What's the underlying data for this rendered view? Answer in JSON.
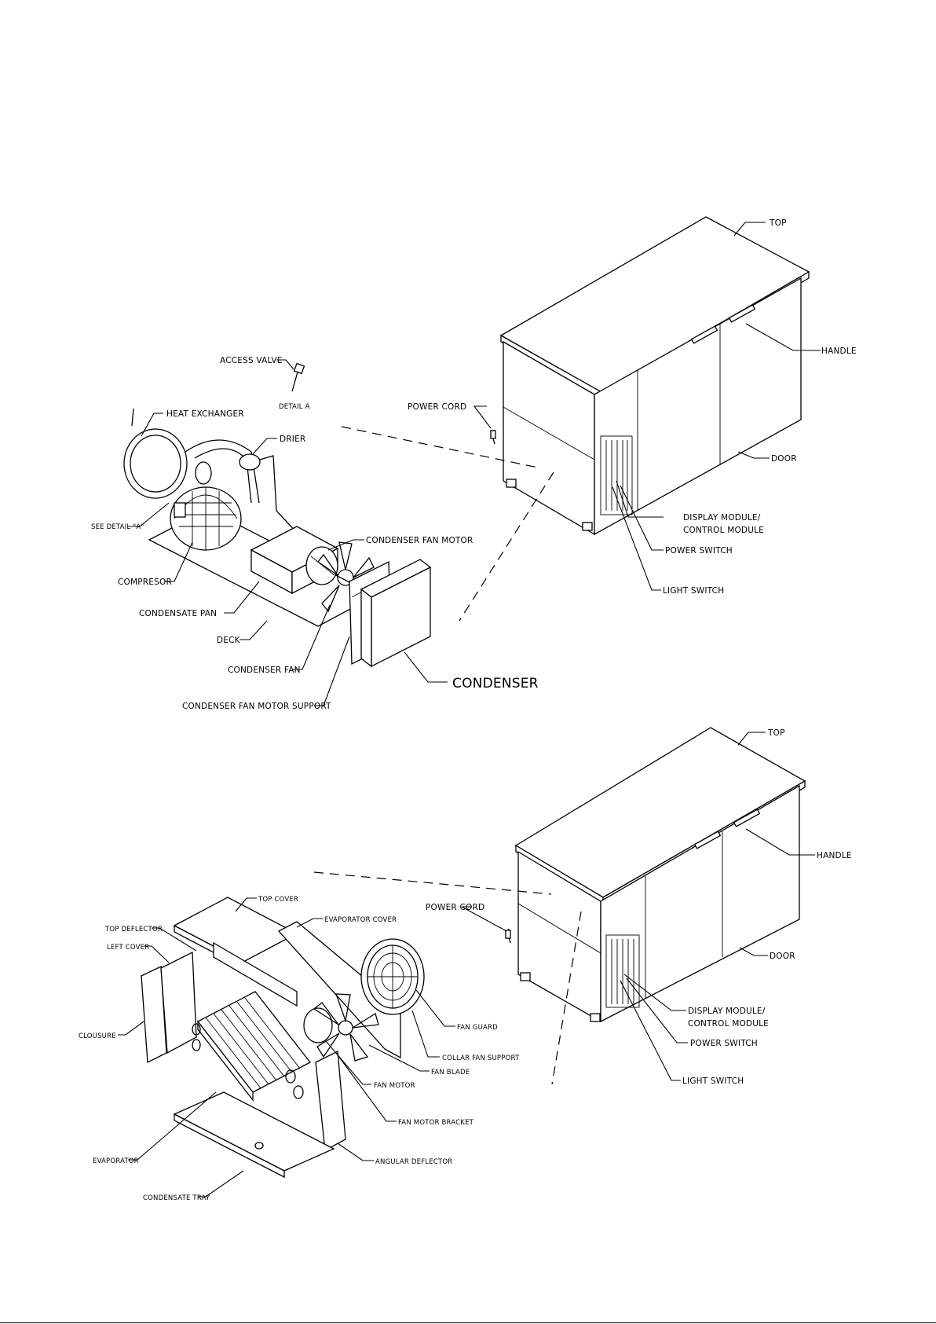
{
  "upper_assembly": {
    "labels": {
      "top": "TOP",
      "handle": "HANDLE",
      "door": "DOOR",
      "power_cord": "POWER CORD",
      "display_module_1": "DISPLAY MODULE/",
      "display_module_2": "CONTROL MODULE",
      "power_switch": "POWER SWITCH",
      "light_switch": "LIGHT SWITCH",
      "access_valve": "ACCESS VALVE",
      "detail_a": "DETAIL A",
      "heat_exchanger": "HEAT EXCHANGER",
      "drier": "DRIER",
      "see_detail_a": "SEE DETAIL \"A\"",
      "condenser_fan_motor": "CONDENSER FAN MOTOR",
      "compresor": "COMPRESOR",
      "condensate_pan": "CONDENSATE PAN",
      "deck": "DECK",
      "condenser_fan": "CONDENSER FAN",
      "condenser_fan_motor_support": "CONDENSER FAN MOTOR SUPPORT",
      "condenser": "CONDENSER"
    }
  },
  "lower_assembly": {
    "labels": {
      "top": "TOP",
      "handle": "HANDLE",
      "door": "DOOR",
      "power_cord": "POWER CORD",
      "display_module_1": "DISPLAY MODULE/",
      "display_module_2": "CONTROL MODULE",
      "power_switch": "POWER SWITCH",
      "light_switch": "LIGHT SWITCH",
      "top_cover": "TOP COVER",
      "top_deflector": "TOP DEFLECTOR",
      "evaporator_cover": "EVAPORATOR COVER",
      "left_cover": "LEFT COVER",
      "clousure": "CLOUSURE",
      "fan_guard": "FAN GUARD",
      "collar_fan_support": "COLLAR FAN SUPPORT",
      "fan_blade": "FAN BLADE",
      "fan_motor": "FAN MOTOR",
      "fan_motor_bracket": "FAN MOTOR BRACKET",
      "evaporator": "EVAPORATOR",
      "angular_deflector": "ANGULAR DEFLECTOR",
      "condensate_tray": "CONDENSATE TRAY"
    }
  }
}
